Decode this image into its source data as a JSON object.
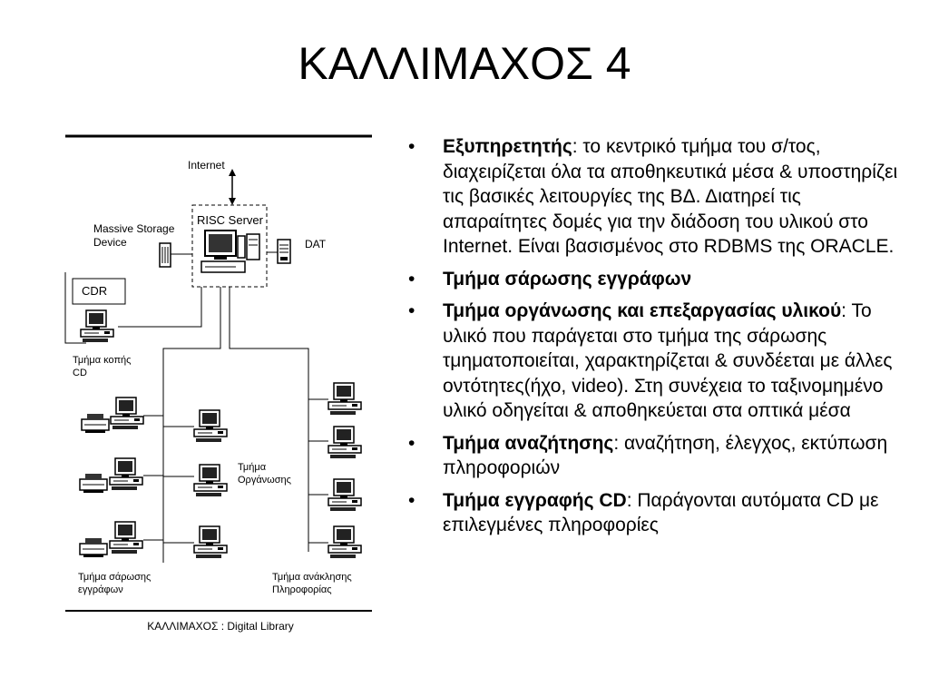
{
  "slide": {
    "title": "ΚΑΛΛΙΜΑΧΟΣ 4"
  },
  "diagram": {
    "internet": "Internet",
    "risc_server": "RISC Server",
    "massive_storage_1": "Massive Storage",
    "massive_storage_2": "Device",
    "dat": "DAT",
    "cdr": "CDR",
    "cut_cd_1": "Τμήμα κοπής",
    "cut_cd_2": "CD",
    "organization_1": "Τμήμα",
    "organization_2": "Οργάνωσης",
    "scanning_1": "Τμήμα σάρωσης",
    "scanning_2": "εγγράφων",
    "retrieval_1": "Τμήμα ανάκλησης",
    "retrieval_2": "Πληροφορίας",
    "caption": "ΚΑΛΛΙΜΑΧΟΣ : Digital Library"
  },
  "bullets": [
    {
      "bold": "Εξυπηρετητής",
      "text": ": το κεντρικό τμήμα του σ/τος, διαχειρίζεται όλα τα αποθηκευτικά μέσα & υποστηρίζει τις βασικές λειτουργίες της ΒΔ. Διατηρεί τις απαραίτητες δομές για την διάδοση του υλικού στο Internet. Είναι βασισμένος στο RDBMS της ORACLE."
    },
    {
      "bold": "Τμήμα σάρωσης εγγράφων",
      "text": ""
    },
    {
      "bold": "Τμήμα οργάνωσης και επεξαργασίας υλικού",
      "text": ": Το υλικό που παράγεται στο τμήμα της σάρωσης τμηματοποιείται, χαρακτηρίζεται & συνδέεται με άλλες οντότητες(ήχο, video). Στη συνέχεια το ταξινομημένο υλικό οδηγείται & αποθηκεύεται στα οπτικά μέσα"
    },
    {
      "bold": "Τμήμα αναζήτησης",
      "text": ": αναζήτηση, έλεγχος, εκτύπωση πληροφοριών"
    },
    {
      "bold": "Τμήμα εγγραφής CD",
      "text": ": Παράγονται αυτόματα CD με επιλεγμένες πληροφορίες"
    }
  ]
}
